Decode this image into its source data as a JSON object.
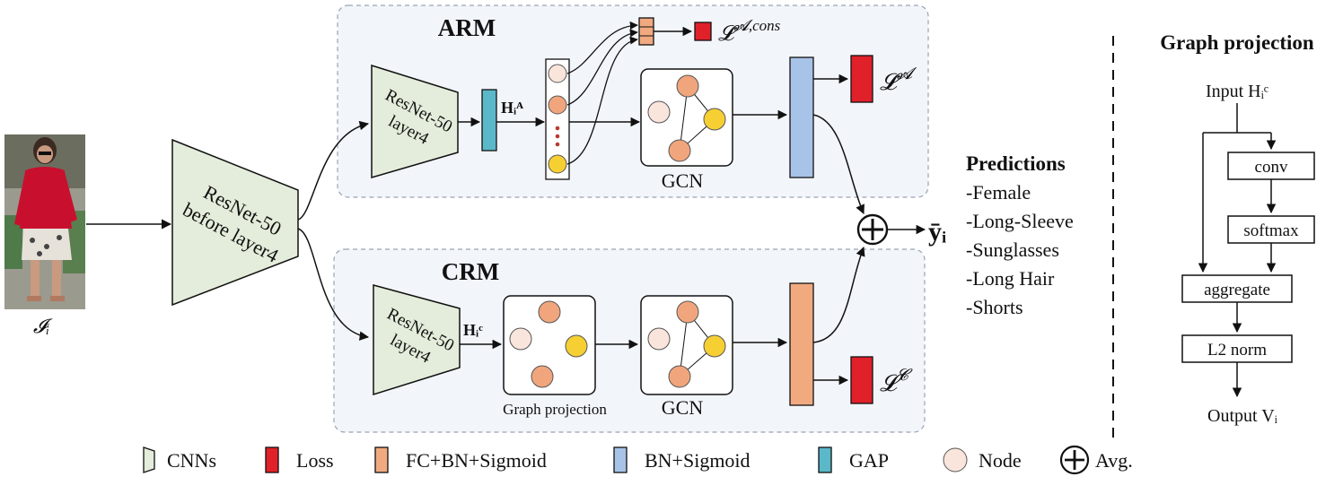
{
  "colors": {
    "cnn": "#e4eddb",
    "loss": "#e0212a",
    "fc": "#f1aa80",
    "bn": "#a8c3e8",
    "gap": "#5ab8c8",
    "node_light": "#fae5dc",
    "node_orange": "#f1a57d",
    "node_yellow": "#f6cf33",
    "module_bg": "#f2f5fa",
    "module_border": "#9aa3b5"
  },
  "input": {
    "label": "𝓘ᵢ"
  },
  "backbone": {
    "line1": "ResNet-50",
    "line2": "before layer4"
  },
  "arm": {
    "title": "ARM",
    "resnet_line1": "ResNet-50",
    "resnet_line2": "layer4",
    "feature_label": "Hᵢᴬ",
    "gcn_label": "GCN",
    "loss_cons_label": "𝓛",
    "loss_cons_sup": "𝓐,cons",
    "loss_label": "𝓛",
    "loss_sup": "𝓐"
  },
  "crm": {
    "title": "CRM",
    "resnet_line1": "ResNet-50",
    "resnet_line2": "layer4",
    "feature_label": "Hᵢᶜ",
    "projection_label": "Graph projection",
    "gcn_label": "GCN",
    "loss_label": "𝓛",
    "loss_sup": "𝓒"
  },
  "output_label": "ȳᵢ",
  "predictions": {
    "title": "Predictions",
    "items": [
      "-Female",
      "-Long-Sleeve",
      "-Sunglasses",
      "-Long Hair",
      "-Shorts"
    ]
  },
  "graph_projection_panel": {
    "title": "Graph projection",
    "input_label": "Input Hᵢᶜ",
    "steps": [
      "conv",
      "softmax",
      "aggregate",
      "L2 norm"
    ],
    "output_label": "Output Vᵢ"
  },
  "legend": [
    {
      "key": "cnn",
      "label": "CNNs"
    },
    {
      "key": "loss",
      "label": "Loss"
    },
    {
      "key": "fc",
      "label": "FC+BN+Sigmoid"
    },
    {
      "key": "bn",
      "label": "BN+Sigmoid"
    },
    {
      "key": "gap",
      "label": "GAP"
    },
    {
      "key": "node",
      "label": "Node"
    },
    {
      "key": "avg",
      "label": "Avg."
    }
  ]
}
